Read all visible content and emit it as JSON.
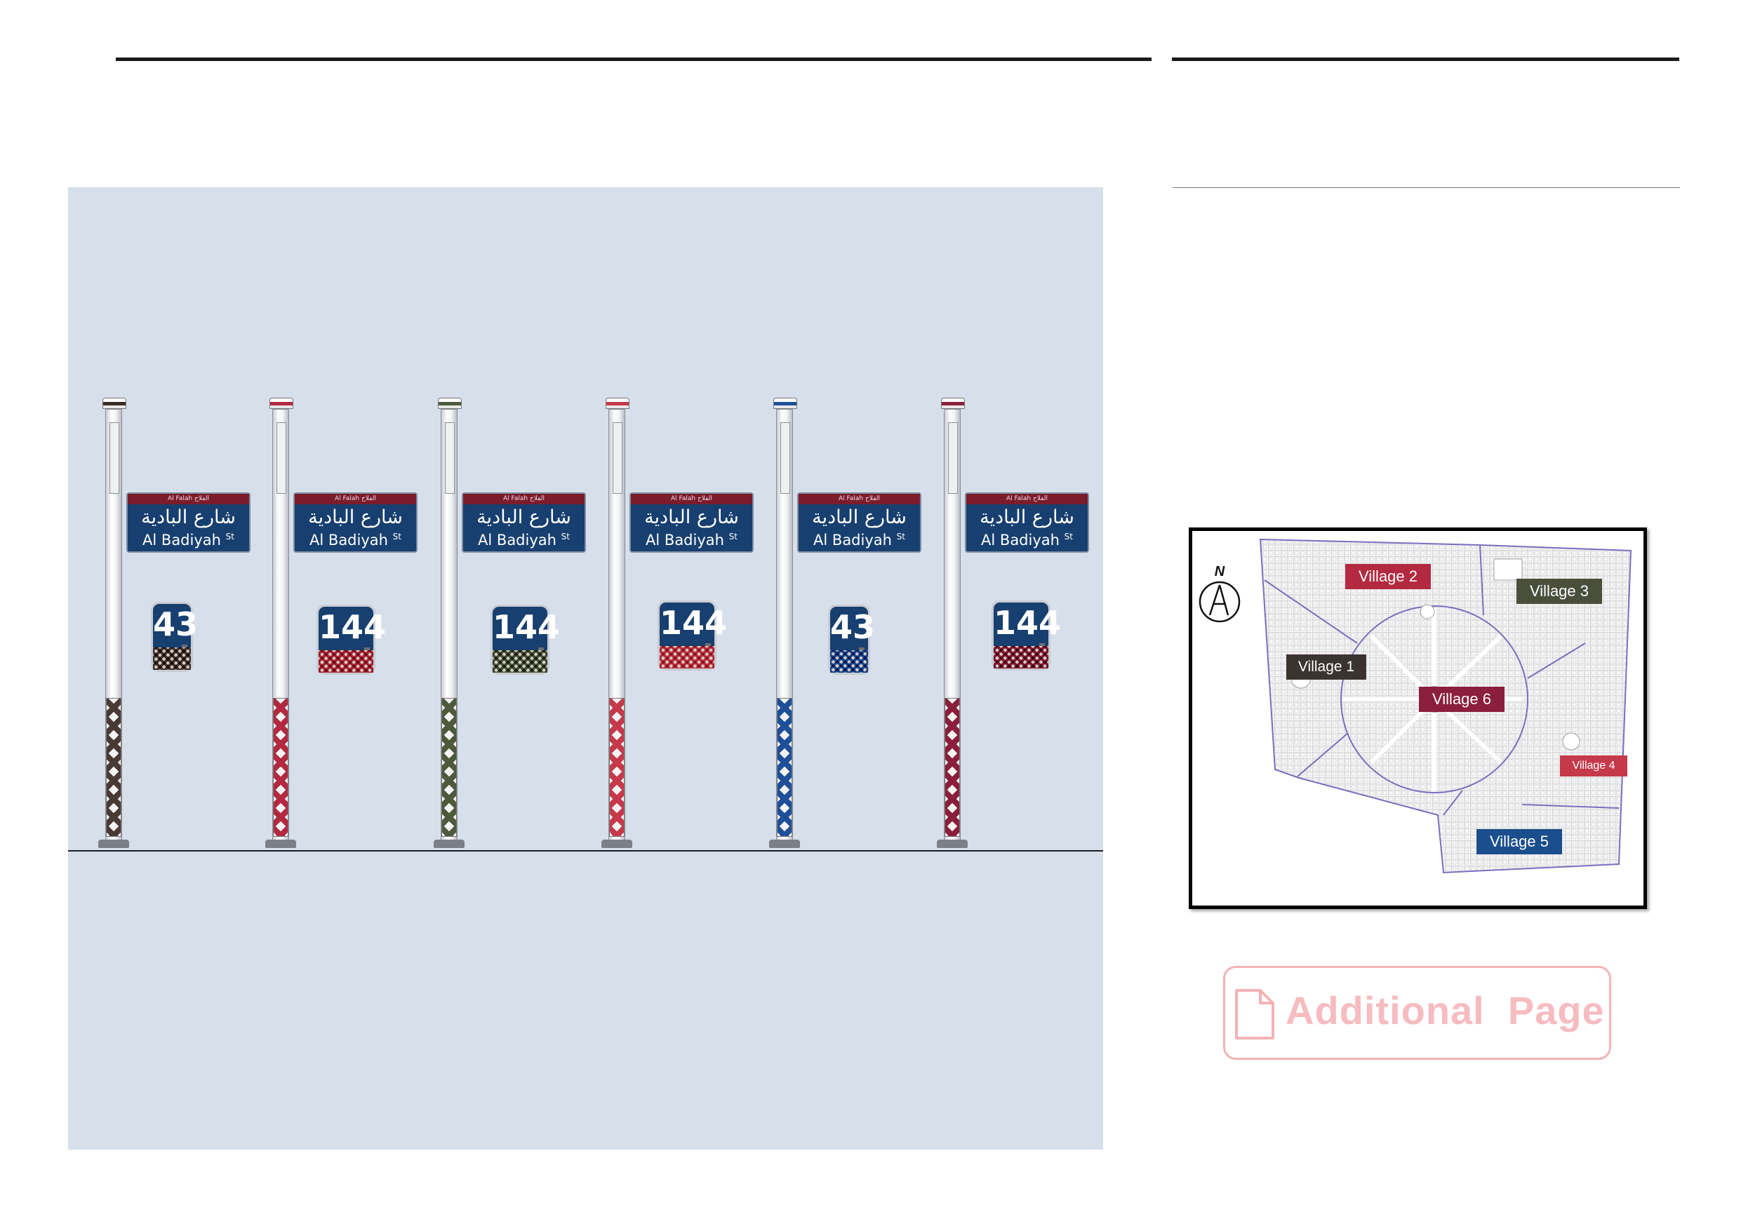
{
  "signs": {
    "district_label": "Al Falah  الفلاح",
    "street_ar": "شارع البادية",
    "street_en": "Al Badiyah",
    "street_suffix": "St"
  },
  "poles": [
    {
      "number": "43",
      "accent": "#3a2a24",
      "pattern": "#4a3a34"
    },
    {
      "number": "144",
      "accent": "#b3293f",
      "pattern": "#b3293f"
    },
    {
      "number": "144",
      "accent": "#4d5a3c",
      "pattern": "#4d5a3c"
    },
    {
      "number": "144",
      "accent": "#c6394a",
      "pattern": "#c6394a"
    },
    {
      "number": "43",
      "accent": "#1e4f9a",
      "pattern": "#1e4f9a"
    },
    {
      "number": "144",
      "accent": "#8b1e3c",
      "pattern": "#8b1e3c"
    }
  ],
  "map": {
    "north_label": "N",
    "villages": [
      {
        "label": "Village 2",
        "color": "#b3293f"
      },
      {
        "label": "Village 3",
        "color": "#4a4f3c"
      },
      {
        "label": "Village 1",
        "color": "#3b3330"
      },
      {
        "label": "Village 6",
        "color": "#8b1e3c"
      },
      {
        "label": "Village 4",
        "color": "#c6394a"
      },
      {
        "label": "Village 5",
        "color": "#1a4e8c"
      }
    ]
  },
  "stamp": {
    "text": "Additional  Page",
    "color": "#f6bcc0"
  }
}
